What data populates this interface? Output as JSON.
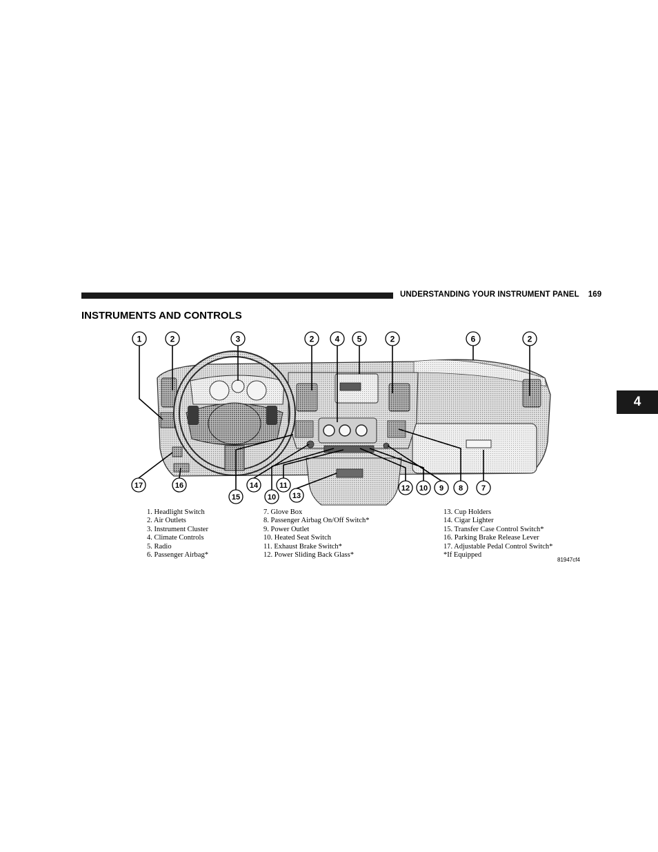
{
  "header": {
    "running_title": "UNDERSTANDING YOUR INSTRUMENT PANEL",
    "page_number": "169"
  },
  "section_title": "INSTRUMENTS AND CONTROLS",
  "chapter_tab": "4",
  "callouts": {
    "c1": "1",
    "c2a": "2",
    "c3": "3",
    "c2b": "2",
    "c4": "4",
    "c5": "5",
    "c2c": "2",
    "c6": "6",
    "c2d": "2",
    "c17": "17",
    "c16": "16",
    "c15": "15",
    "c14": "14",
    "c10a": "10",
    "c11": "11",
    "c13": "13",
    "c12": "12",
    "c10b": "10",
    "c9": "9",
    "c8": "8",
    "c7": "7"
  },
  "legend": {
    "col1": [
      "1. Headlight Switch",
      "2. Air Outlets",
      "3. Instrument Cluster",
      "4. Climate Controls",
      "5. Radio",
      "6. Passenger Airbag*"
    ],
    "col2": [
      "7. Glove Box",
      "8. Passenger Airbag On/Off Switch*",
      "9. Power Outlet",
      "10. Heated Seat Switch",
      "11. Exhaust Brake Switch*",
      "12. Power Sliding Back Glass*"
    ],
    "col3": [
      "13. Cup Holders",
      "14. Cigar Lighter",
      "15. Transfer Case Control Switch*",
      "16. Parking Brake Release Lever",
      "17. Adjustable Pedal Control Switch*",
      "*If Equipped"
    ]
  },
  "figure_code": "81947cf4"
}
